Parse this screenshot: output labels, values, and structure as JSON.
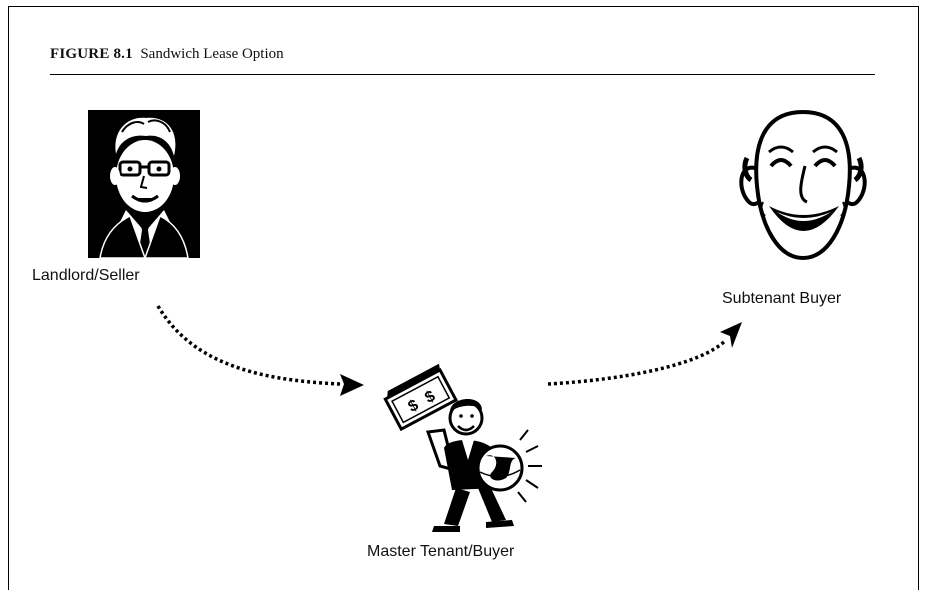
{
  "figure": {
    "number_label": "FIGURE 8.1",
    "title": "Sandwich Lease Option"
  },
  "nodes": [
    {
      "id": "landlord",
      "label": "Landlord/Seller",
      "icon": "man-with-glasses-portrait-icon"
    },
    {
      "id": "master",
      "label": "Master Tenant/Buyer",
      "icon": "man-holding-money-and-globe-icon"
    },
    {
      "id": "subtenant",
      "label": "Subtenant Buyer",
      "icon": "smiling-face-icon"
    }
  ],
  "edges": [
    {
      "from": "landlord",
      "to": "master",
      "style": "dotted"
    },
    {
      "from": "master",
      "to": "subtenant",
      "style": "dotted"
    }
  ],
  "colors": {
    "ink": "#000000",
    "background": "#ffffff"
  }
}
